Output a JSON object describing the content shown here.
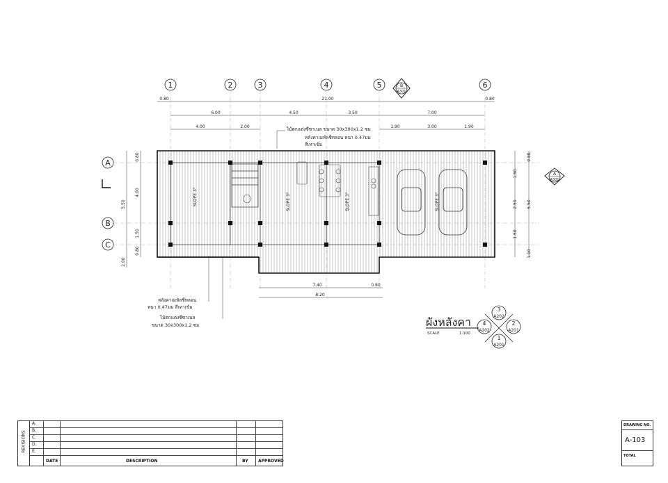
{
  "grid_columns": [
    "1",
    "2",
    "3",
    "4",
    "5",
    "6"
  ],
  "grid_rows": [
    "A",
    "B",
    "C"
  ],
  "dimensions_top": {
    "overall": "21.00",
    "overhang_left": "0.80",
    "overhang_right": "0.80",
    "bays": [
      "6.00",
      "4.50",
      "3.50",
      "7.00"
    ],
    "sub_bays": [
      "4.00",
      "2.00",
      "1.90",
      "3.00",
      "1.90"
    ]
  },
  "dimensions_bottom": {
    "a": "7.40",
    "b": "0.80",
    "c": "8.20"
  },
  "dimensions_left": {
    "top_overhang": "0.80",
    "ab": "4.00",
    "bc": "1.50",
    "c_overhang": "0.80",
    "total": "5.50",
    "extension": "2.00"
  },
  "dimensions_right": {
    "top_overhang": "0.80",
    "d1": "1.50",
    "d2": "2.50",
    "d3": "1.50",
    "total": "5.50",
    "extension": "1.10"
  },
  "notes": {
    "top_line1": "ไม้ตกแต่งซีซาเนล ขนาด 30x300x1.2 ซม",
    "top_line2": "หลังคาเมทัลชีทลอน หนา 0.47มม",
    "top_line3": "สีเทาเข้ม",
    "bottom_line1": "หลังคาเมทัลชีทลอน",
    "bottom_line2": "หนา 0.47มม สีเทาเข้ม",
    "bottom_line3": "ไม้ตกแต่งซีซาเนล",
    "bottom_line4": "ขนาด 30x300x1.2 ซม"
  },
  "slope_labels": [
    "SLOPE 3°",
    "SLOPE 3°",
    "SLOPE 3°",
    "SLOPE 3°"
  ],
  "section_markers": {
    "top": {
      "id": "B",
      "sheet": "A301"
    },
    "right": {
      "id": "A",
      "sheet": "A301"
    }
  },
  "title": {
    "name": "ผังหลังคา",
    "scale_label": "SCALE",
    "scale_value": "1:100"
  },
  "elevation_key": {
    "north": "3",
    "north_sheet": "A202",
    "east": "2",
    "east_sheet": "A201",
    "south": "1",
    "south_sheet": "A201",
    "west": "4",
    "west_sheet": "A202"
  },
  "revisions": {
    "label": "REVISIONS",
    "rows": [
      "A.",
      "B.",
      "C.",
      "D.",
      "E."
    ],
    "headers": {
      "date": "DATE",
      "description": "DESCRIPTION",
      "by": "BY",
      "approved": "APPROVED"
    }
  },
  "title_block": {
    "drawing_no_label": "DRAWING NO.",
    "drawing_no": "A-103",
    "total_label": "TOTAL"
  }
}
